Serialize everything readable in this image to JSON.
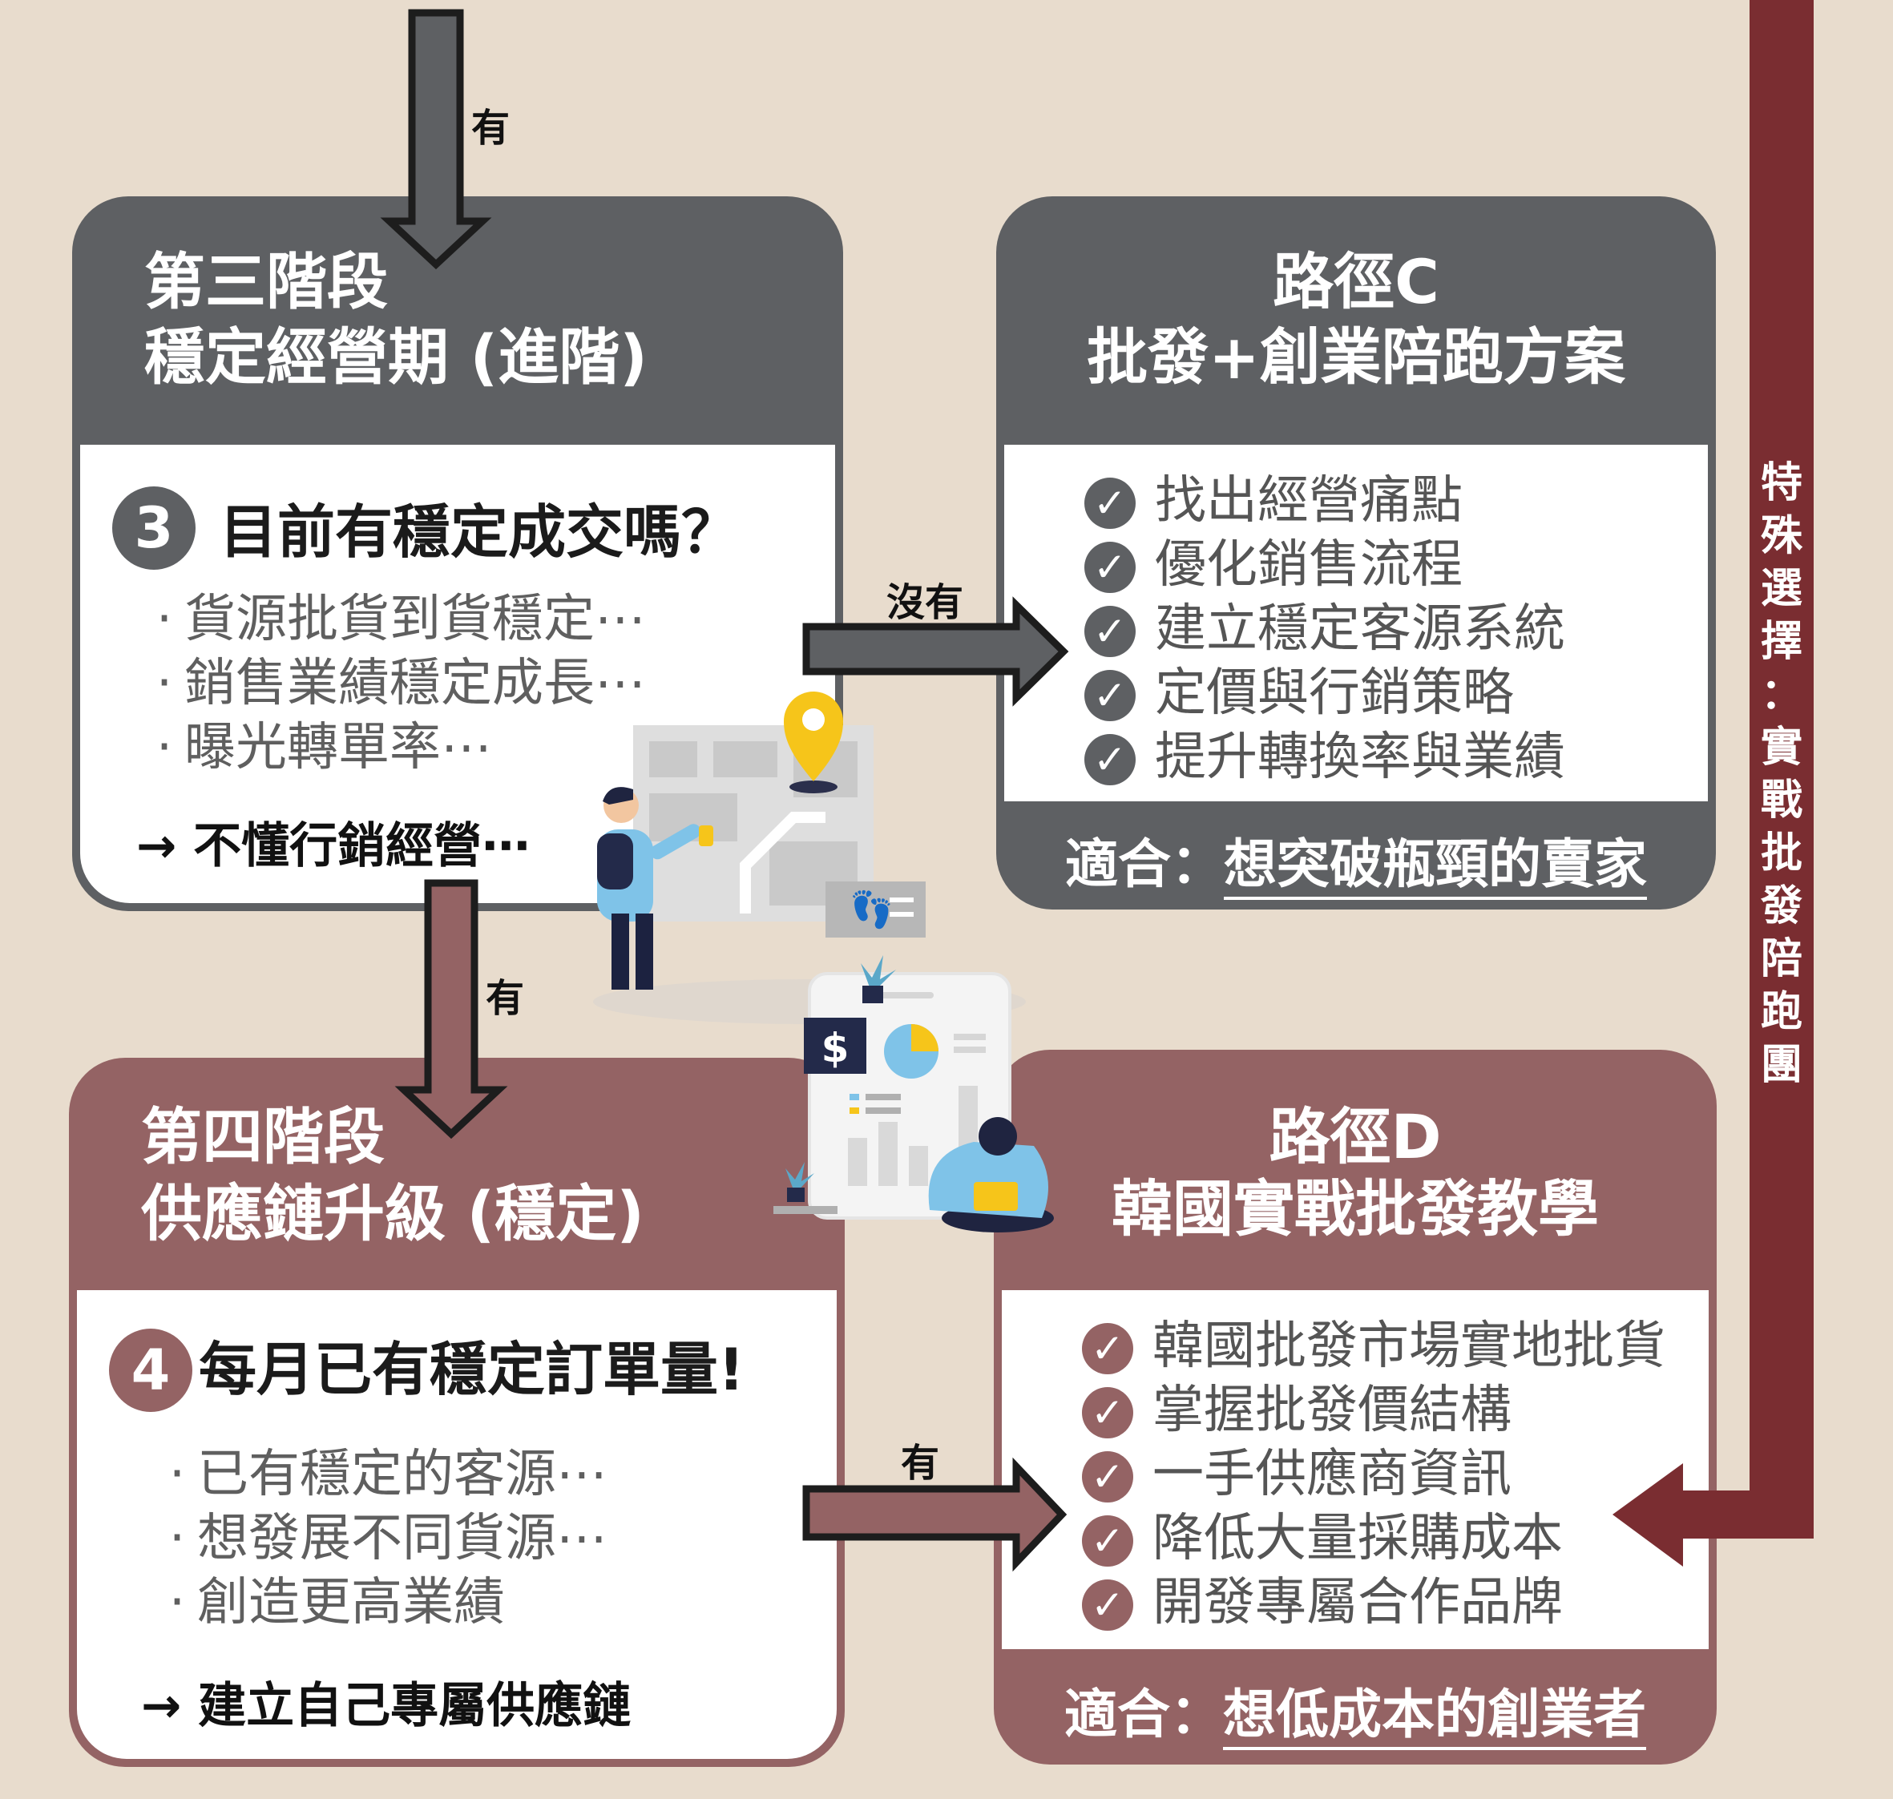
{
  "connectors": {
    "top_label": "有",
    "middle_label": "有",
    "to_c_label": "沒有",
    "to_d_label": "有"
  },
  "stage3": {
    "title_line1": "第三階段",
    "title_line2": "穩定經營期 (進階)",
    "number": "3",
    "question": "目前有穩定成交嗎？",
    "bullets": [
      "貨源批貨到貨穩定⋯",
      "銷售業績穩定成長⋯",
      "曝光轉單率⋯"
    ],
    "conclusion": "→ 不懂行銷經營⋯",
    "color": "#5e6063"
  },
  "stage4": {
    "title_line1": "第四階段",
    "title_line2": "供應鏈升級 (穩定)",
    "number": "4",
    "question": "每月已有穩定訂單量!",
    "bullets": [
      "已有穩定的客源⋯",
      "想發展不同貨源⋯",
      "創造更高業績"
    ],
    "conclusion": "→ 建立自己專屬供應鏈",
    "color": "#946364"
  },
  "path_c": {
    "title_line1": "路徑C",
    "title_line2": "批發+創業陪跑方案",
    "items": [
      "找出經營痛點",
      "優化銷售流程",
      "建立穩定客源系統",
      "定價與行銷策略",
      "提升轉換率與業績"
    ],
    "fit_prefix": "適合：",
    "fit_target": "想突破瓶頸的賣家",
    "color": "#5e6063"
  },
  "path_d": {
    "title_line1": "路徑D",
    "title_line2": "韓國實戰批發教學",
    "items": [
      "韓國批發市場實地批貨",
      "掌握批發價結構",
      "一手供應商資訊",
      "降低大量採購成本",
      "開發專屬合作品牌"
    ],
    "fit_prefix": "適合：",
    "fit_target": "想低成本的創業者",
    "color": "#946364"
  },
  "special": {
    "text": "特殊選擇：實戰批發陪跑團",
    "color": "#7a2d31"
  },
  "icons": {
    "check": "check-circle-icon",
    "dollar": "$",
    "illustration": "map-navigation-illustration"
  }
}
